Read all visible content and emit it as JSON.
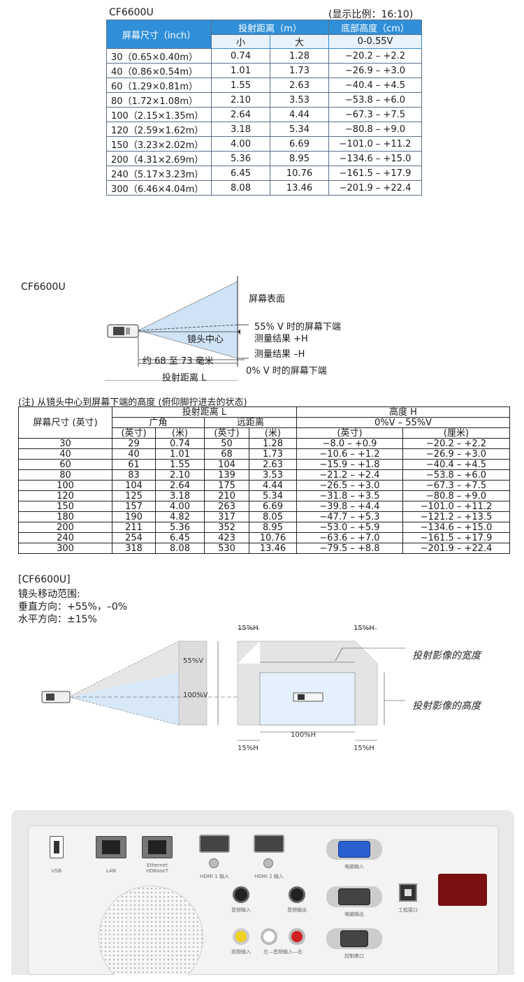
{
  "table1": {
    "model": "CF6600U",
    "ratio": "(显示比例：16:10)",
    "h_size": "屏幕尺寸（inch）",
    "h_dist": "投射距离（m）",
    "h_small": "小",
    "h_large": "大",
    "h_height": "底部高度（cm）",
    "h_shift": "0-0.55V",
    "rows": [
      {
        "size": "30（0.65×0.40m）",
        "min": "0.74",
        "max": "1.28",
        "h": "−20.2 – +2.2"
      },
      {
        "size": "40（0.86×0.54m）",
        "min": "1.01",
        "max": "1.73",
        "h": "−26.9 – +3.0"
      },
      {
        "size": "60（1.29×0.81m）",
        "min": "1.55",
        "max": "2.63",
        "h": "−40.4 – +4.5"
      },
      {
        "size": "80（1.72×1.08m）",
        "min": "2.10",
        "max": "3.53",
        "h": "−53.8 – +6.0"
      },
      {
        "size": "100（2.15×1.35m）",
        "min": "2.64",
        "max": "4.44",
        "h": "−67.3 – +7.5"
      },
      {
        "size": "120（2.59×1.62m）",
        "min": "3.18",
        "max": "5.34",
        "h": "−80.8 – +9.0"
      },
      {
        "size": "150（3.23×2.02m）",
        "min": "4.00",
        "max": "6.69",
        "h": "−101.0 – +11.2"
      },
      {
        "size": "200（4.31×2.69m）",
        "min": "5.36",
        "max": "8.95",
        "h": "−134.6 – +15.0"
      },
      {
        "size": "240（5.17×3.23m）",
        "min": "6.45",
        "max": "10.76",
        "h": "−161.5 – +17.9"
      },
      {
        "size": "300（6.46×4.04m）",
        "min": "8.08",
        "max": "13.46",
        "h": "−201.9 – +22.4"
      }
    ]
  },
  "diagram2": {
    "model": "CF6600U",
    "screen_surface": "屏幕表面",
    "bottom55": "55% V 时的屏幕下端",
    "plus_h": "测量结果 +H",
    "lens_center": "镜头中心",
    "minus_h": "测量结果 –H",
    "approx": "约 68 至 73 毫米",
    "bottom0": "0% V 时的屏幕下端",
    "throw": "投射距离 L"
  },
  "table2": {
    "note": "(注) 从镜头中心到屏幕下端的高度 (俯仰脚拧进去的状态)",
    "h_size": "屏幕尺寸 (英寸)",
    "h_dist": "投射距离 L",
    "h_wide": "广角",
    "h_tele": "远距离",
    "h_height": "高度 H",
    "h_shift": "0%V – 55%V",
    "h_inch": "(英寸)",
    "h_m": "(米)",
    "h_cm": "(厘米)",
    "rows": [
      {
        "s": "30",
        "wi": "29",
        "wm": "0.74",
        "ti": "50",
        "tm": "1.28",
        "hi": "−8.0  –  +0.9",
        "hc": "−20.2  –  +2.2"
      },
      {
        "s": "40",
        "wi": "40",
        "wm": "1.01",
        "ti": "68",
        "tm": "1.73",
        "hi": "−10.6  –  +1.2",
        "hc": "−26.9  –  +3.0"
      },
      {
        "s": "60",
        "wi": "61",
        "wm": "1.55",
        "ti": "104",
        "tm": "2.63",
        "hi": "−15.9  –  +1.8",
        "hc": "−40.4  –  +4.5"
      },
      {
        "s": "80",
        "wi": "83",
        "wm": "2.10",
        "ti": "139",
        "tm": "3.53",
        "hi": "−21.2  –  +2.4",
        "hc": "−53.8  –  +6.0"
      },
      {
        "s": "100",
        "wi": "104",
        "wm": "2.64",
        "ti": "175",
        "tm": "4.44",
        "hi": "−26.5  –  +3.0",
        "hc": "−67.3  –  +7.5"
      },
      {
        "s": "120",
        "wi": "125",
        "wm": "3.18",
        "ti": "210",
        "tm": "5.34",
        "hi": "−31.8  –  +3.5",
        "hc": "−80.8  –  +9.0"
      },
      {
        "s": "150",
        "wi": "157",
        "wm": "4.00",
        "ti": "263",
        "tm": "6.69",
        "hi": "−39.8  –  +4.4",
        "hc": "−101.0  –  +11.2"
      },
      {
        "s": "180",
        "wi": "190",
        "wm": "4.82",
        "ti": "317",
        "tm": "8.05",
        "hi": "−47.7  –  +5.3",
        "hc": "−121.2  –  +13.5"
      },
      {
        "s": "200",
        "wi": "211",
        "wm": "5.36",
        "ti": "352",
        "tm": "8.95",
        "hi": "−53.0  –  +5.9",
        "hc": "−134.6  –  +15.0"
      },
      {
        "s": "240",
        "wi": "254",
        "wm": "6.45",
        "ti": "423",
        "tm": "10.76",
        "hi": "−63.6  –  +7.0",
        "hc": "−161.5  –  +17.9"
      },
      {
        "s": "300",
        "wi": "318",
        "wm": "8.08",
        "ti": "530",
        "tm": "13.46",
        "hi": "−79.5  –  +8.8",
        "hc": "−201.9  –  +22.4"
      }
    ]
  },
  "lens_shift": {
    "model": "[CF6600U]",
    "range": "镜头移动范围:",
    "vertical": "垂直方向：+55%，–0%",
    "horizontal": "水平方向：±15%",
    "pct15_a": "15%H",
    "pct15_b": "15%H",
    "pct15_c": "15%H",
    "pct15_d": "15%H",
    "v55": "55%V",
    "v100": "100%V",
    "h100": "100%H",
    "width": "投射影像的宽度",
    "height": "投射影像的高度"
  },
  "rear_panel": {
    "usb": "USB",
    "lan": "LAN",
    "ethernet": "Ethernet\nHDBaseT",
    "hdmi1": "HDMI 1 输入",
    "hdmi2": "HDMI 2 输入",
    "pc_in": "电脑输入",
    "audio_in": "音频输入",
    "audio_out": "音频输出",
    "pc_out": "电脑输出",
    "service": "工程接口",
    "video_in": "视频输入",
    "audio_lr": "左—音频输入—右",
    "serial": "控制串口"
  },
  "colors": {
    "header_blue": "#2f8fd8",
    "beam_blue": "#cfe3f5",
    "vga_blue": "#2a5fd0",
    "ir_red": "#7a1010"
  }
}
